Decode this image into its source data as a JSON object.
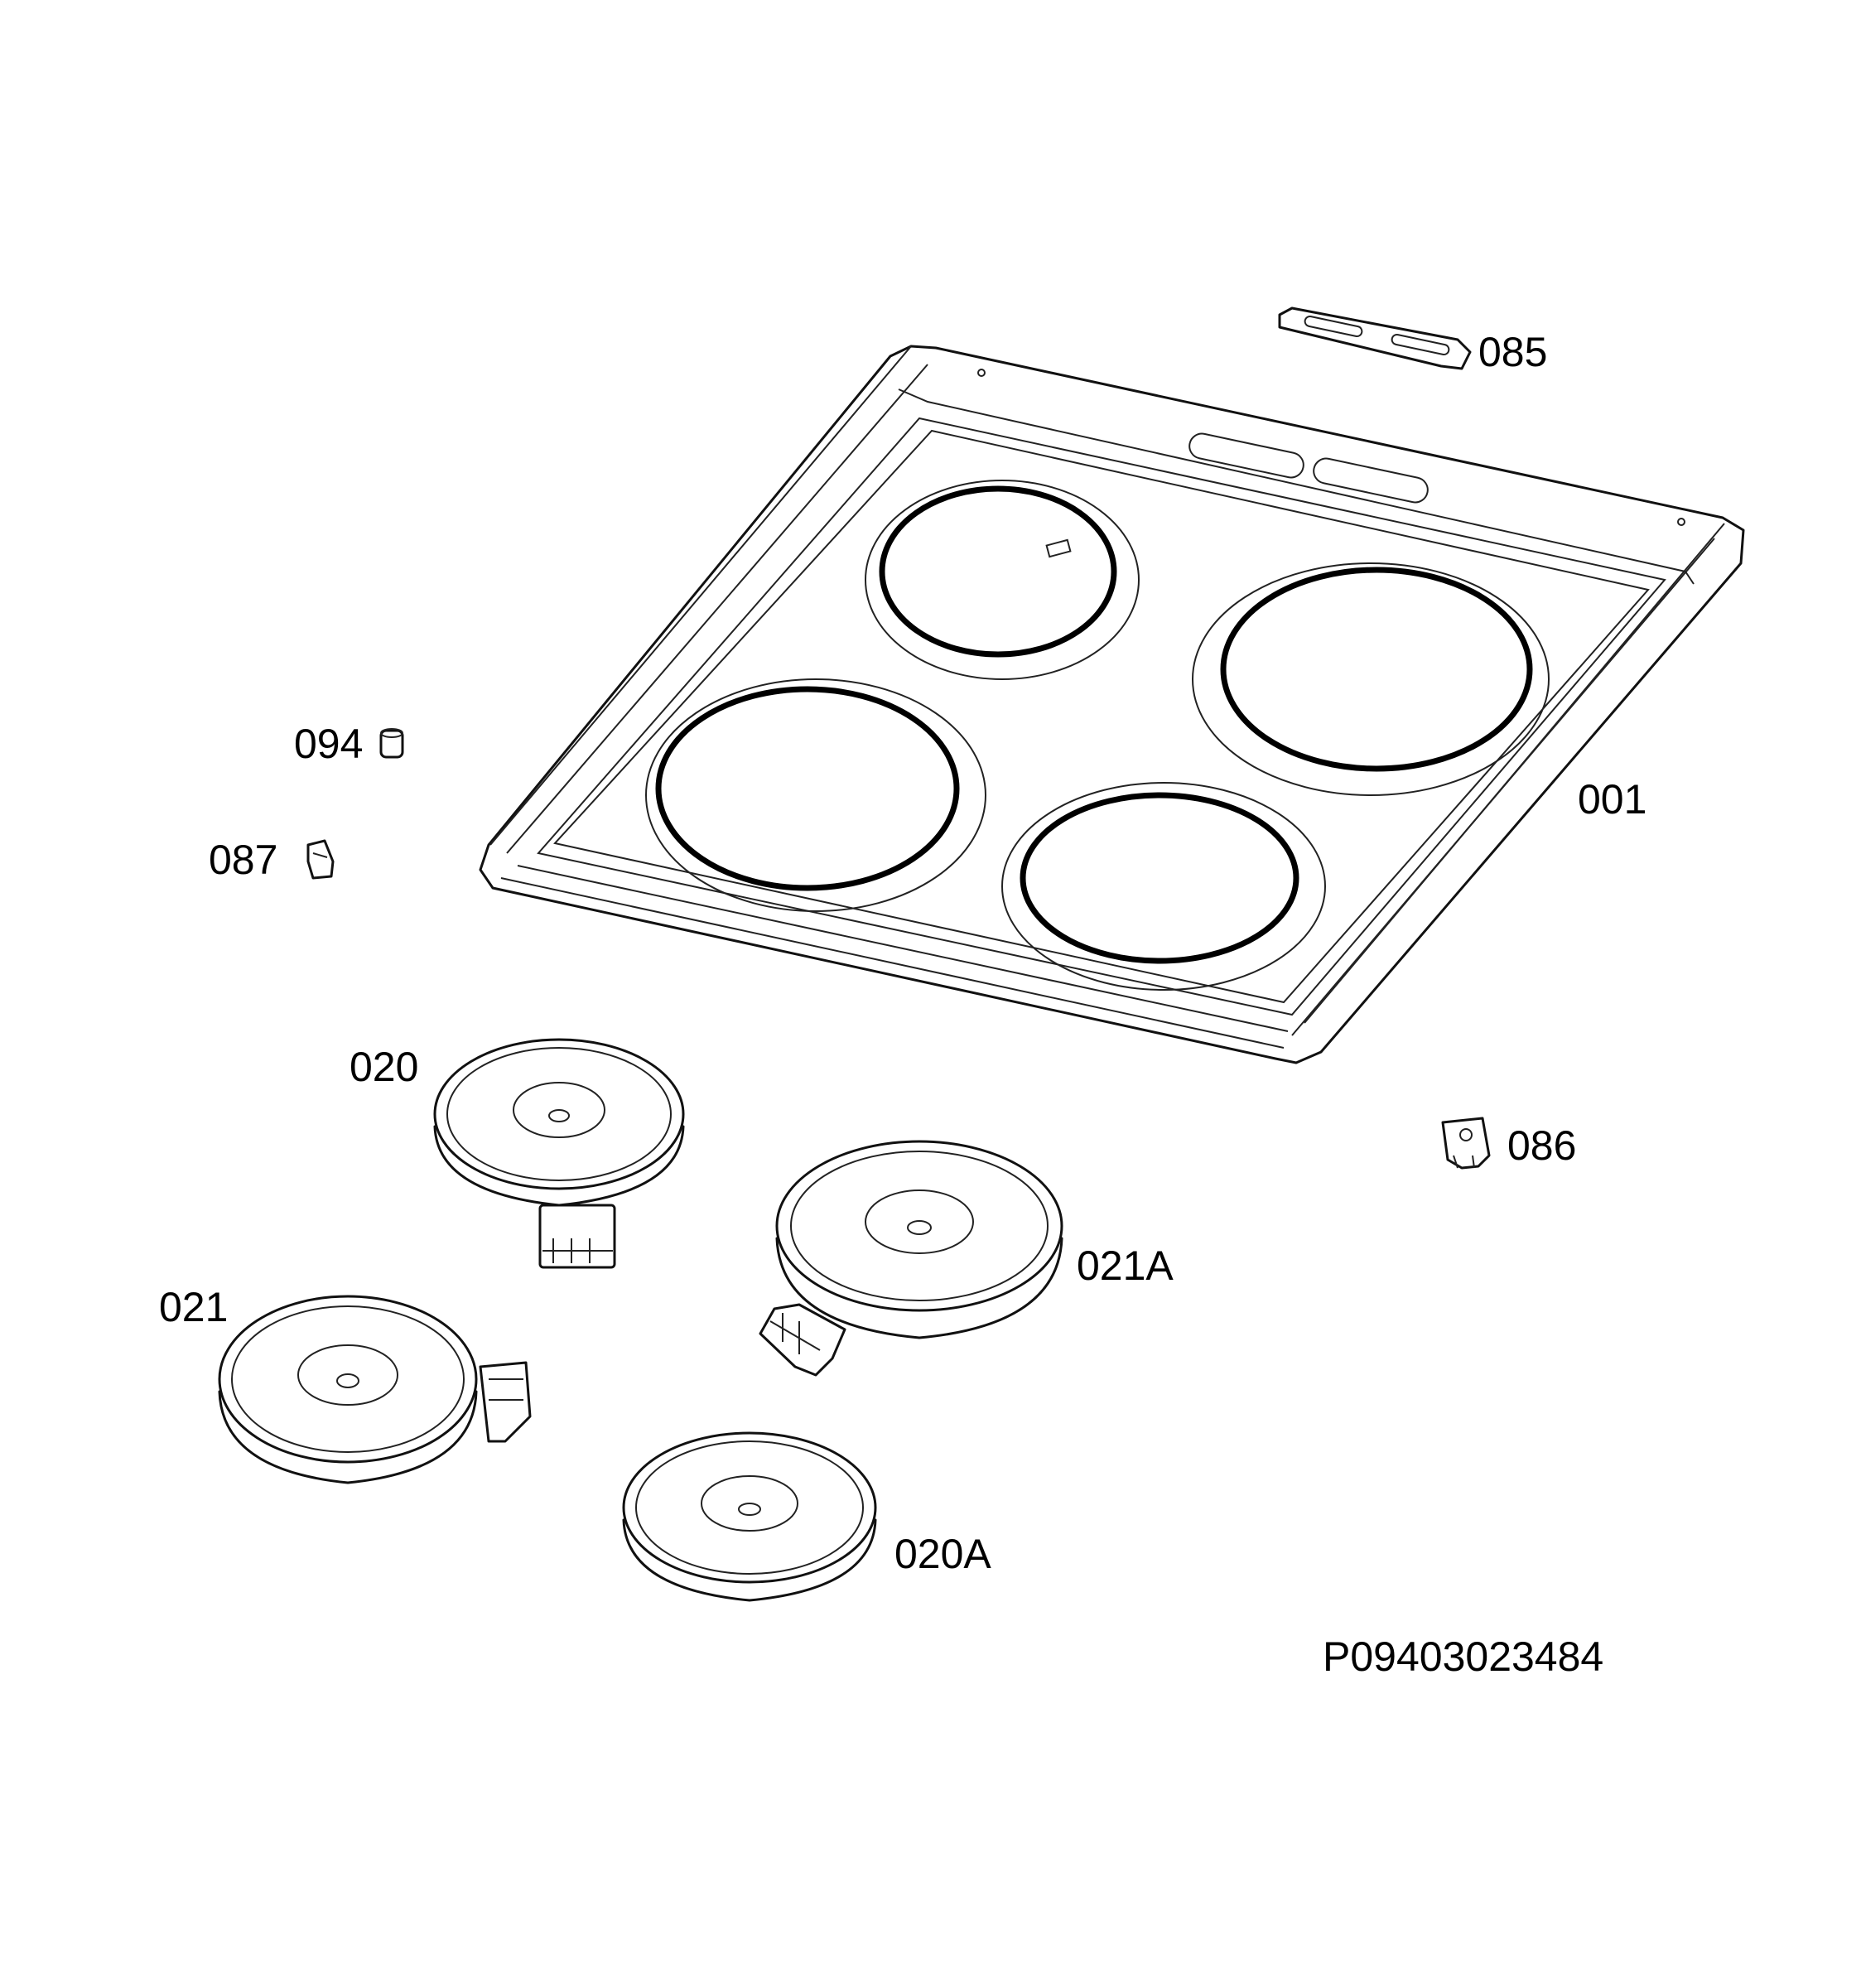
{
  "labels": {
    "p085": "085",
    "p001": "001",
    "p094": "094",
    "p087": "087",
    "p020": "020",
    "p086": "086",
    "p021A": "021A",
    "p021": "021",
    "p020A": "020A"
  },
  "drawing_number": "P09403023484"
}
